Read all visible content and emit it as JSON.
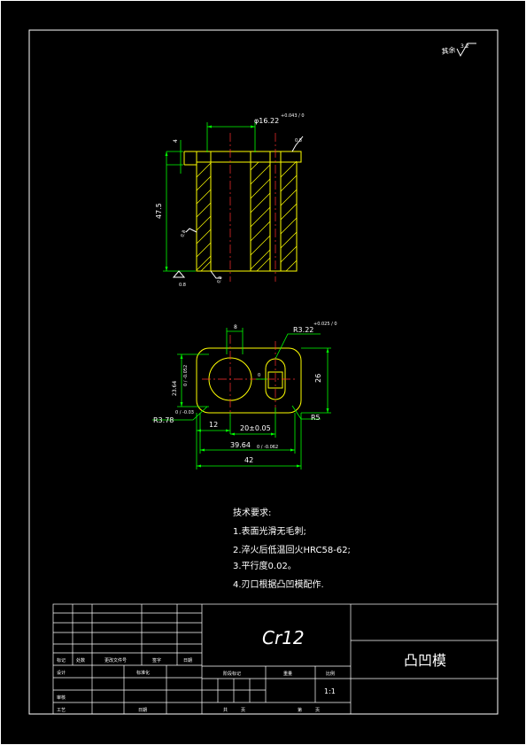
{
  "roughness": {
    "label": "其余",
    "value": "3.2"
  },
  "front_view": {
    "dim_diameter": "φ16.22",
    "dim_diameter_tol": "+0.043 / 0",
    "dim_height": "47.5",
    "dim_step": "4",
    "rough_top": "0.8",
    "rough_mid": "0.8",
    "rough_bottom": "0.8",
    "rough_bl": "0.8"
  },
  "top_view": {
    "dim_r322": "R3.22",
    "dim_r322_tol": "+0.025 / 0",
    "dim_8": "8",
    "dim_2364": "23.64",
    "dim_2364_tol": "0 / -0.052",
    "dim_26": "26",
    "dim_r378": "R3.78",
    "dim_r378_tol": "0 / -0.03",
    "dim_r5": "R5",
    "dim_12": "12",
    "dim_20": "20±0.05",
    "dim_3964": "39.64",
    "dim_3964_tol": "0 / -0.062",
    "dim_42": "42"
  },
  "tech_req": {
    "heading": "技术要求:",
    "items": [
      "1.表面光滑无毛刺;",
      "2.淬火后低温回火HRC58-62;",
      "3.平行度0.02。",
      "4.刃口根据凸凹模配作."
    ]
  },
  "title_block": {
    "material": "Cr12",
    "part_name": "凸凹模",
    "scale": "1:1",
    "h_biaoji": "标记",
    "h_chushu": "处数",
    "h_gengai": "更改文件号",
    "h_qianzi": "签字",
    "h_riqi": "日期",
    "sheji": "设计",
    "biaozhunhua": "标准化",
    "shenhe": "审核",
    "gongyi": "工艺",
    "riqi2": "日期",
    "jieduan": "阶段标记",
    "zhongliang": "重量",
    "bili": "比例",
    "gong": "共",
    "zhang1": "页",
    "di": "第",
    "zhang2": "页"
  }
}
